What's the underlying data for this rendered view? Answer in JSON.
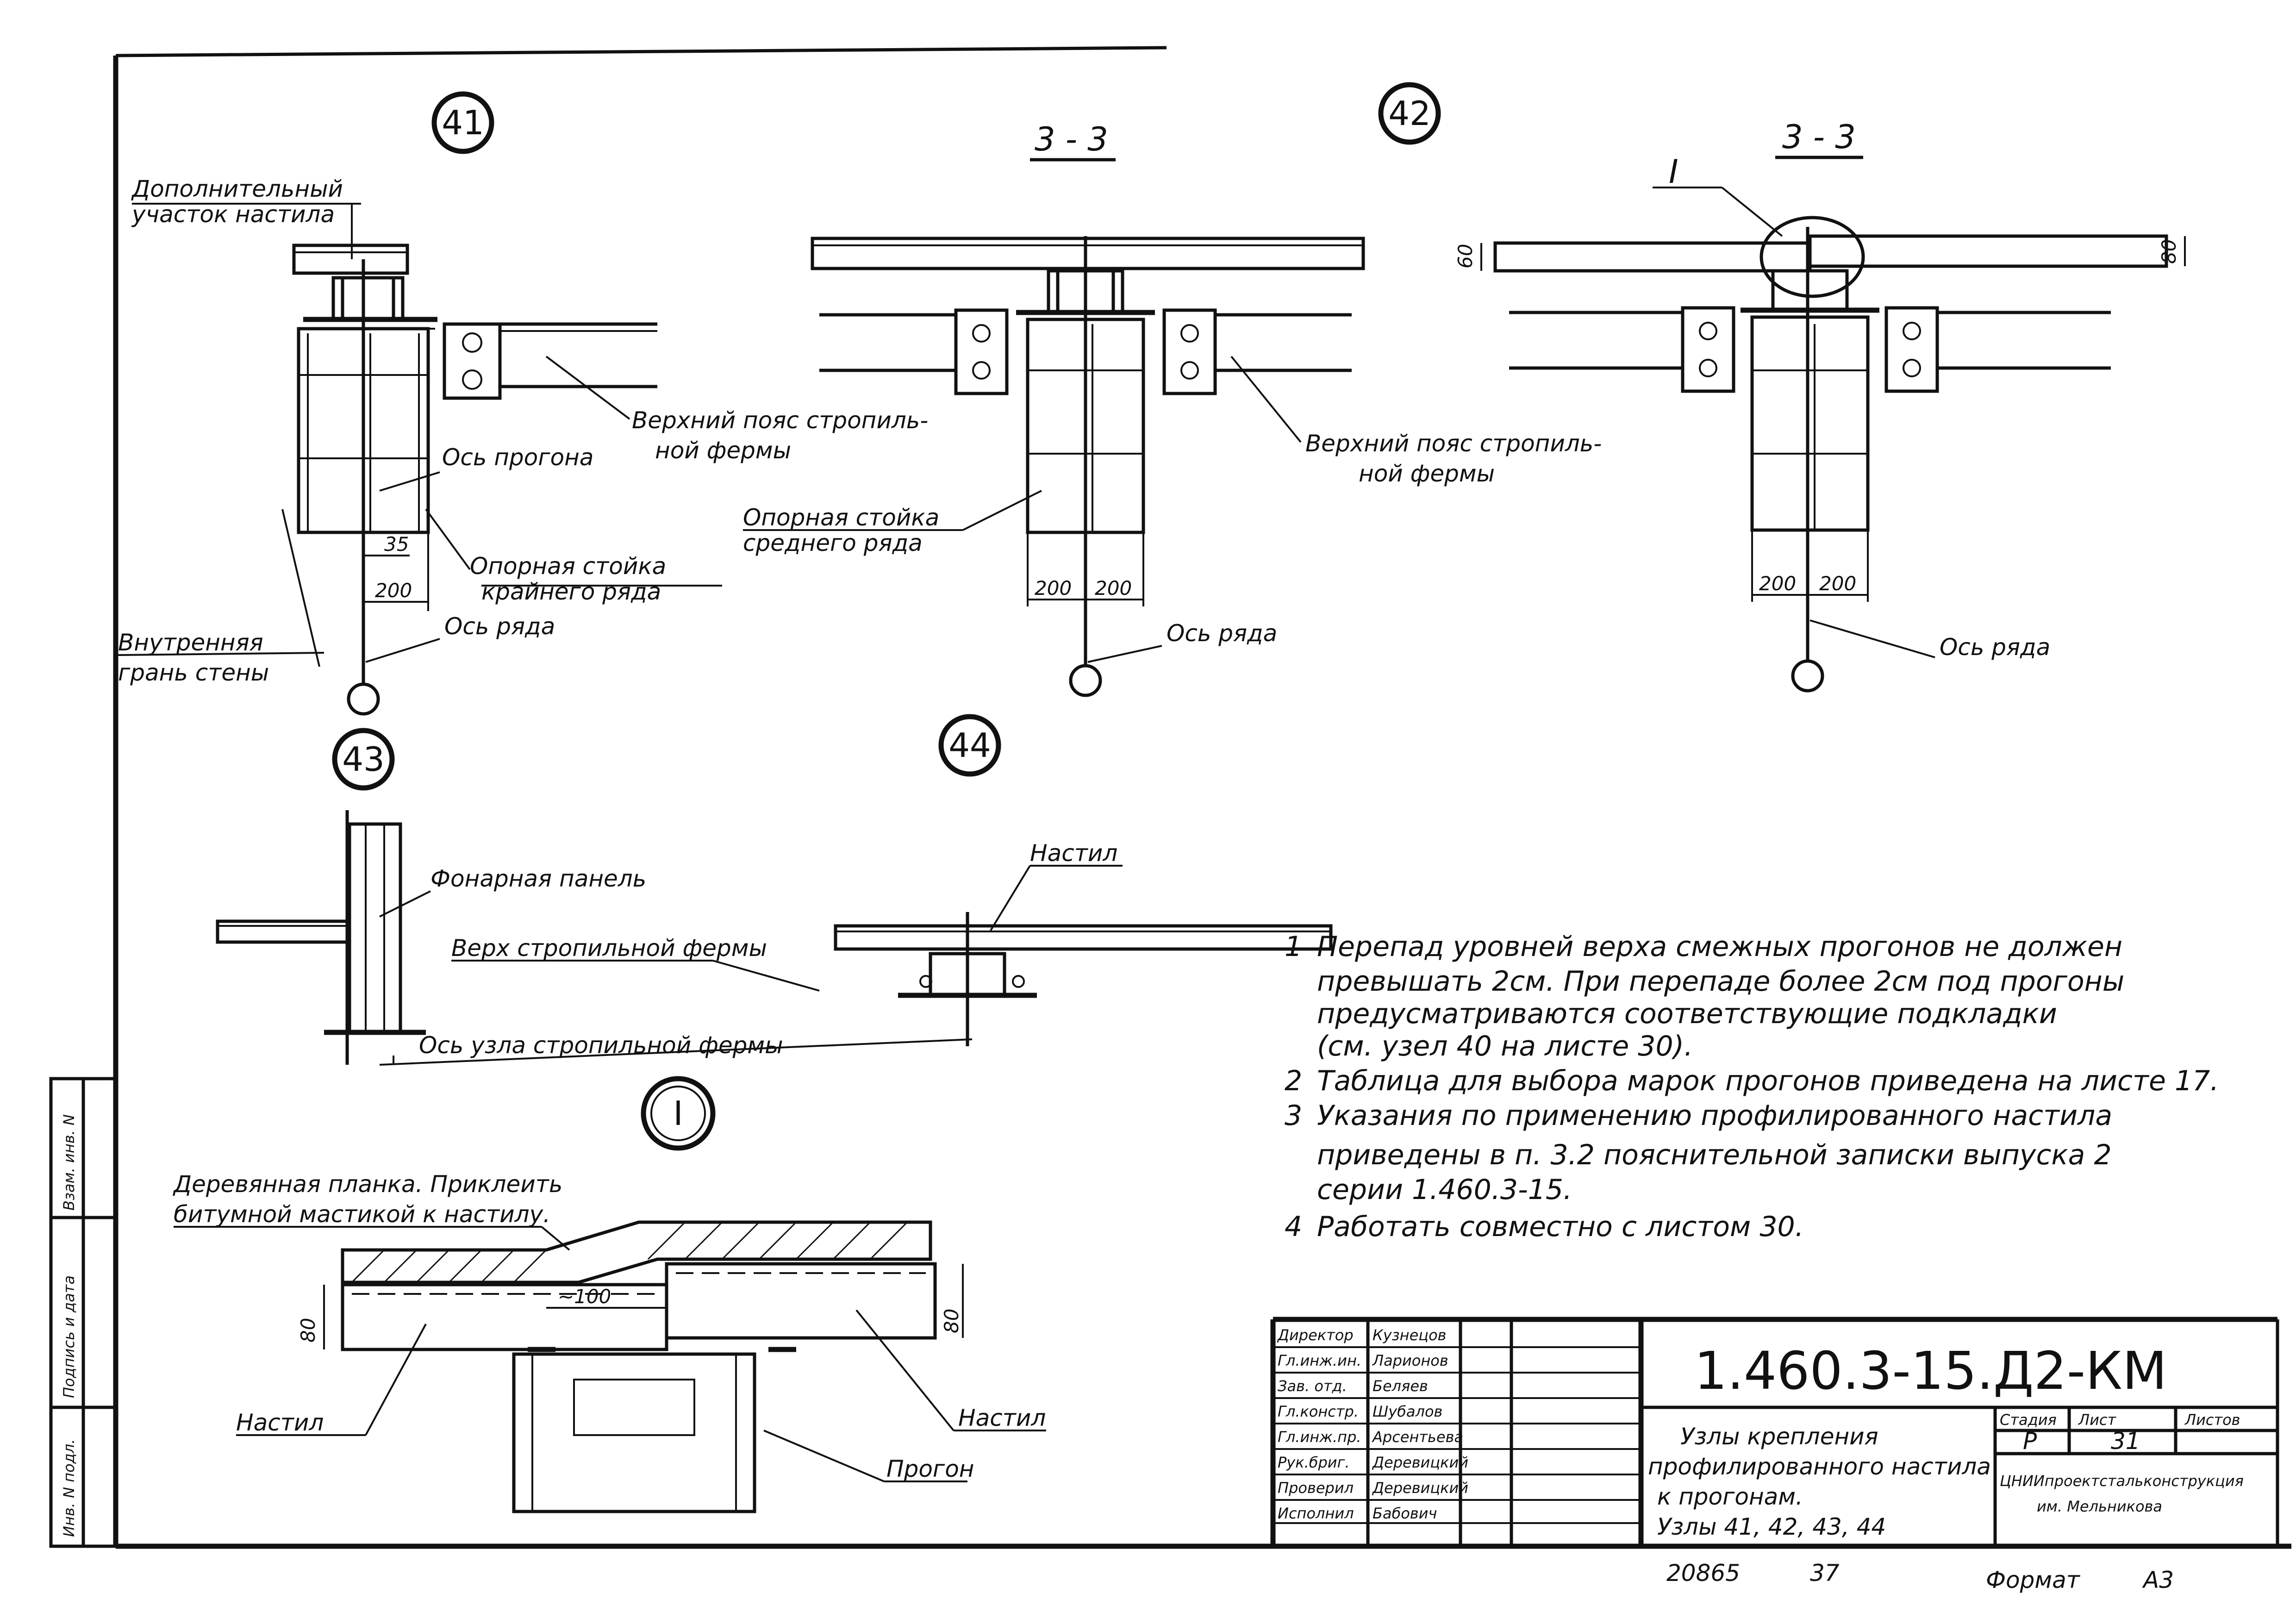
{
  "nodes": {
    "n41": {
      "id": "41",
      "labels": {
        "extra_deck_1": "Дополнительный",
        "extra_deck_2": "участок настила",
        "purlin_axis": "Ось прогона",
        "chord_1": "Верхний пояс стропиль-",
        "chord_2": "ной фермы",
        "post_1": "Опорная стойка",
        "post_2": "крайнего ряда",
        "wall_1": "Внутренняя",
        "wall_2": "грань стены",
        "row_axis": "Ось ряда"
      },
      "dims": {
        "d35": "35",
        "d200": "200"
      }
    },
    "n41_section": {
      "title": "3 - 3",
      "labels": {
        "post_1": "Опорная стойка",
        "post_2": "среднего ряда",
        "row_axis": "Ось ряда"
      },
      "dims": {
        "a": "200",
        "b": "200"
      }
    },
    "n42": {
      "id": "42",
      "section": "3 - 3",
      "callout": "I",
      "labels": {
        "chord_1": "Верхний пояс стропиль-",
        "chord_2": "ной фермы",
        "row_axis": "Ось ряда"
      },
      "dims": {
        "h_left": "60",
        "h_right": "80",
        "a": "200",
        "b": "200"
      }
    },
    "n43": {
      "id": "43",
      "labels": {
        "lantern": "Фонарная панель",
        "truss_top": "Верх стропильной фермы",
        "truss_axis": "Ось узла стропильной фермы"
      }
    },
    "n44": {
      "id": "44",
      "labels": {
        "deck": "Настил"
      }
    },
    "detail_I": {
      "id": "I",
      "labels": {
        "plank_1": "Деревянная планка. Приклеить",
        "plank_2": "битумной мастикой к настилу.",
        "deck_left": "Настил",
        "deck_right": "Настил",
        "purlin": "Прогон"
      },
      "dims": {
        "overlap": "~100",
        "h_left": "80",
        "h_right": "80"
      }
    }
  },
  "notes": [
    {
      "num": "1",
      "lines": [
        "Перепад уровней верха смежных прогонов не должен",
        "превышать 2см. При перепаде более 2см под прогоны",
        "предусматриваются соответствующие подкладки",
        "(см. узел 40 на листе 30)."
      ]
    },
    {
      "num": "2",
      "lines": [
        "Таблица для выбора марок прогонов приведена на листе 17."
      ]
    },
    {
      "num": "3",
      "lines": [
        "Указания по применению профилированного настила",
        "приведены в п. 3.2 пояснительной записки выпуска 2",
        "серии 1.460.3-15."
      ]
    },
    {
      "num": "4",
      "lines": [
        "Работать совместно с листом 30."
      ]
    }
  ],
  "side_stamp": [
    "Инв. N подл.",
    "Подпись и дата",
    "Взам. инв. N"
  ],
  "title_block": {
    "code": "1.460.3-15.Д2-КМ",
    "roles": [
      {
        "role": "Директор",
        "name": "Кузнецов"
      },
      {
        "role": "Гл.инж.ин.",
        "name": "Ларионов"
      },
      {
        "role": "Зав. отд.",
        "name": "Беляев"
      },
      {
        "role": "Гл.констр.",
        "name": "Шубалов"
      },
      {
        "role": "Гл.инж.пр.",
        "name": "Арсентьева"
      },
      {
        "role": "Рук.бриг.",
        "name": "Деревицкий"
      },
      {
        "role": "Проверил",
        "name": "Деревицкий"
      },
      {
        "role": "Исполнил",
        "name": "Бабович"
      }
    ],
    "description": [
      "Узлы крепления",
      "профилированного настила",
      "к прогонам.",
      "Узлы 41, 42, 43, 44"
    ],
    "stage_label": "Стадия",
    "sheet_label": "Лист",
    "sheets_label": "Листов",
    "stage": "Р",
    "sheet": "31",
    "org_1": "ЦНИИпроектстальконструкция",
    "org_2": "им. Мельникова",
    "doc_number": "20865",
    "doc_page": "37",
    "format_label": "Формат",
    "format": "А3"
  }
}
